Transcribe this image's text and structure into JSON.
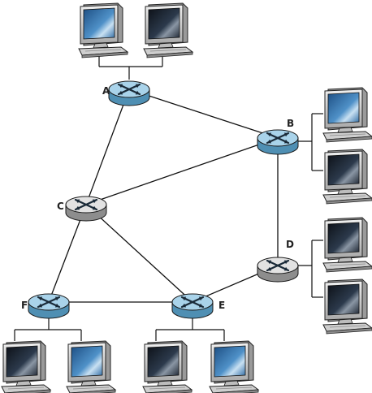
{
  "routers": [
    {
      "id": "A",
      "label": "A",
      "color": "blue"
    },
    {
      "id": "B",
      "label": "B",
      "color": "blue"
    },
    {
      "id": "C",
      "label": "C",
      "color": "gray"
    },
    {
      "id": "D",
      "label": "D",
      "color": "gray"
    },
    {
      "id": "E",
      "label": "E",
      "color": "blue"
    },
    {
      "id": "F",
      "label": "F",
      "color": "blue"
    }
  ],
  "links": [
    [
      "A",
      "B"
    ],
    [
      "A",
      "C"
    ],
    [
      "B",
      "C"
    ],
    [
      "B",
      "D"
    ],
    [
      "C",
      "E"
    ],
    [
      "C",
      "F"
    ],
    [
      "D",
      "E"
    ],
    [
      "E",
      "F"
    ]
  ],
  "host_groups": [
    {
      "router": "A",
      "hosts": 2
    },
    {
      "router": "B",
      "hosts": 2
    },
    {
      "router": "D",
      "hosts": 2
    },
    {
      "router": "E",
      "hosts": 2
    },
    {
      "router": "F",
      "hosts": 2
    }
  ],
  "colors": {
    "blue_router_top": "#a9d3ea",
    "blue_router_side": "#4f8fb3",
    "gray_router_top": "#e2e2e2",
    "gray_router_side": "#8d8d8d",
    "monitor_body": "#d6d6d6",
    "screen_dark": "#1a2230",
    "screen_blue": "#3f7fb8"
  }
}
